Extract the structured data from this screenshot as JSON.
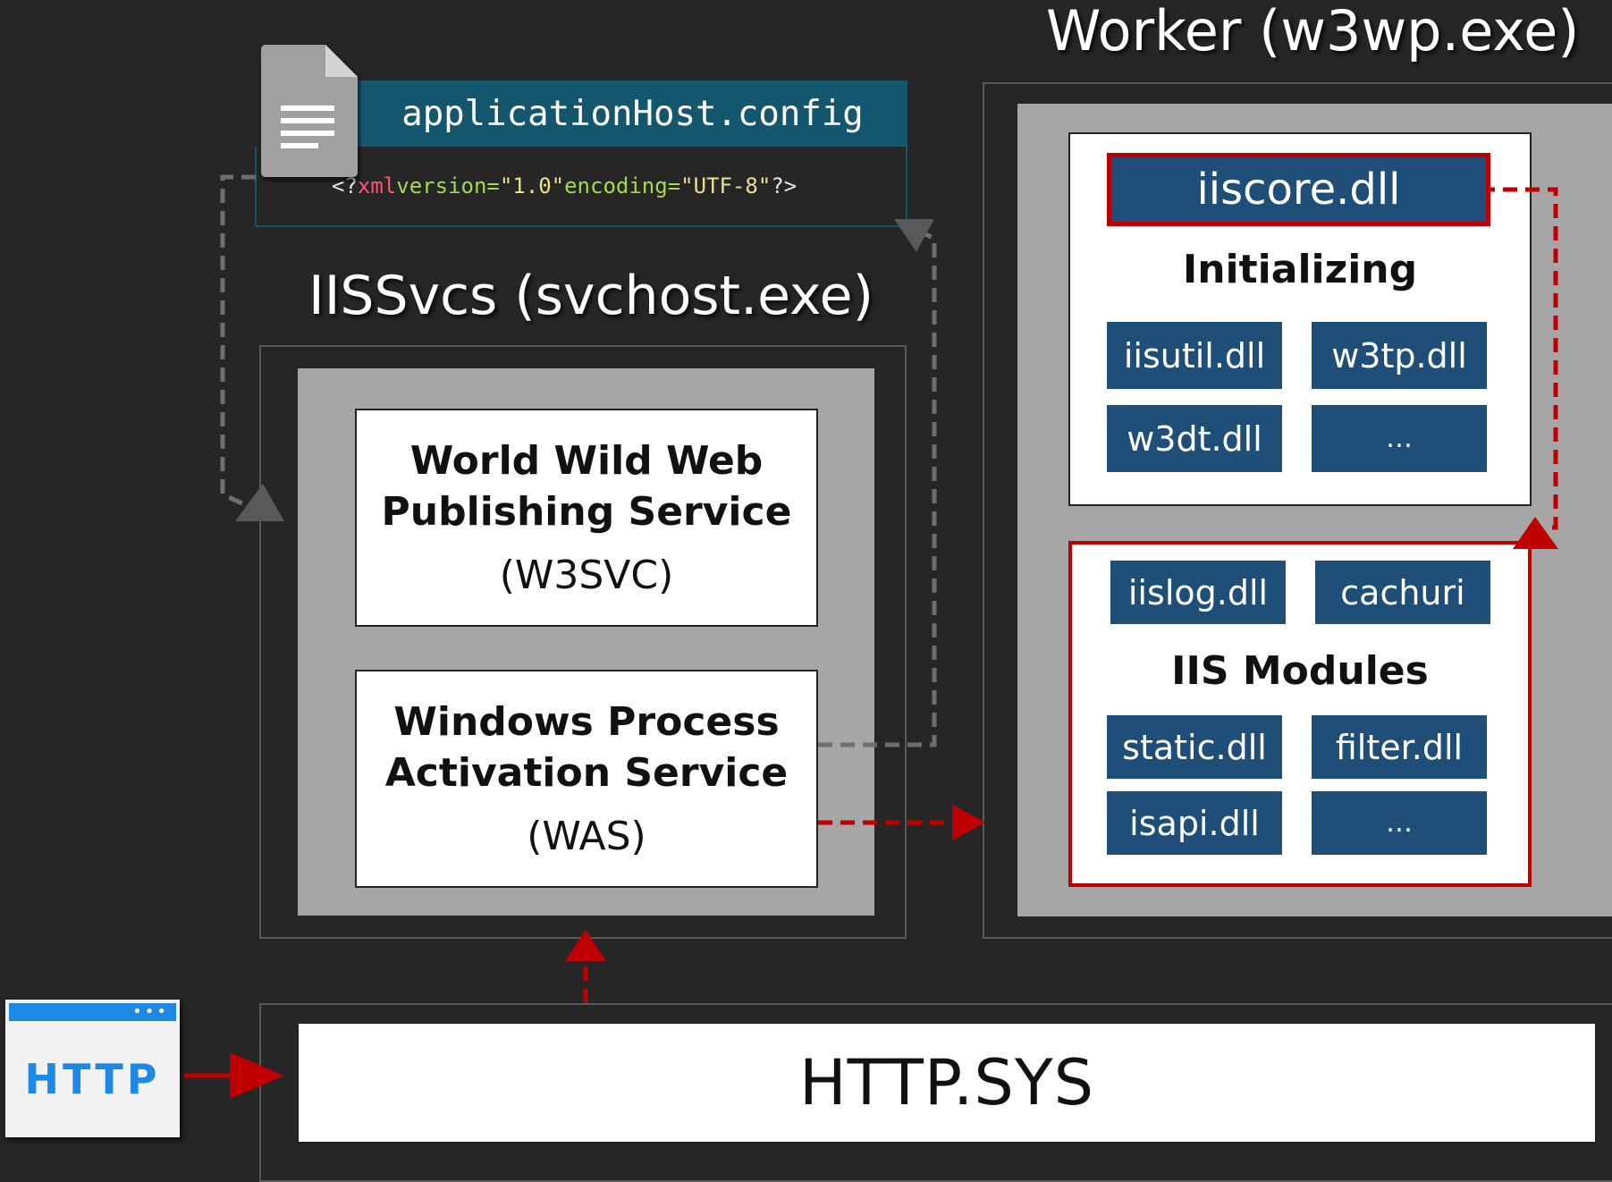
{
  "worker": {
    "title": "Worker (w3wp.exe)",
    "core_module": "iiscore.dll",
    "initializing": {
      "title": "Initializing",
      "dlls": [
        "iisutil.dll",
        "w3tp.dll",
        "w3dt.dll",
        "…"
      ]
    },
    "modules": {
      "title": "IIS Modules",
      "top_dlls": [
        "iislog.dll",
        "cachuri"
      ],
      "dlls": [
        "static.dll",
        "filter.dll",
        "isapi.dll",
        "…"
      ]
    }
  },
  "iissvcs": {
    "title": "IISSvcs (svchost.exe)",
    "w3svc": {
      "name_line1": "World Wild Web",
      "name_line2": "Publishing Service",
      "abbr": "(W3SVC)"
    },
    "was": {
      "name_line1": "Windows Process",
      "name_line2": "Activation Service",
      "abbr": "(WAS)"
    }
  },
  "config": {
    "filename": "applicationHost.config",
    "line_open": "<?",
    "line_tag": "xml",
    "attr1_name": " version=",
    "attr1_value": "\"1.0\"",
    "attr2_name": " encoding=",
    "attr2_value": "\"UTF-8\"",
    "line_close": "?>",
    "icon": "document-icon"
  },
  "http_sys": {
    "label": "HTTP.SYS"
  },
  "browser": {
    "label": "HTTP",
    "dots": "•••",
    "icon": "browser-window-icon"
  },
  "colors": {
    "background": "#262626",
    "panel_gray": "#a6a6a6",
    "dll_blue": "#1f4e79",
    "config_teal": "#14566e",
    "arrow_red": "#c00000",
    "arrow_gray": "#707070",
    "browser_blue": "#1e88e5"
  }
}
